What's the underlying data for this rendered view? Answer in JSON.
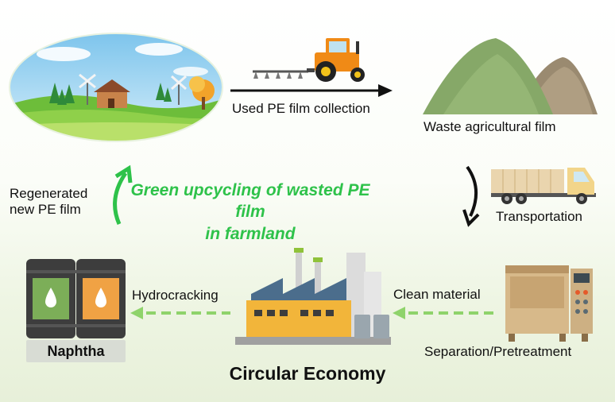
{
  "labels": {
    "collection": "Used PE film collection",
    "waste": "Waste agricultural  film",
    "transport": "Transportation",
    "regenerated_line1": "Regenerated",
    "regenerated_line2": "new PE film",
    "center_line1": "Green upcycling of wasted PE film",
    "center_line2": "in farmland",
    "clean": "Clean material",
    "separation": "Separation/Pretreatment",
    "hydrocracking": "Hydrocracking",
    "naphtha": "Naphtha",
    "footer": "Circular Economy"
  },
  "icons": {
    "farm": "farm-scene-icon",
    "tractor": "tractor-icon",
    "waste": "waste-film-pile-icon",
    "truck": "truck-icon",
    "machine": "pretreatment-machine-icon",
    "factory": "factory-icon",
    "barrels": "naphtha-barrels-icon"
  },
  "colors": {
    "accent_green": "#2ec24a",
    "arrow_dashed": "#8fd36b",
    "arrow_black": "#111111"
  }
}
